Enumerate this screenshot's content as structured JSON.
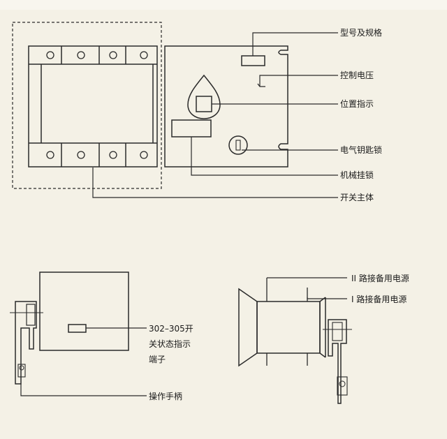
{
  "labels": {
    "model_spec": "型号及规格",
    "control_voltage": "控制电压",
    "position_indicator": "位置指示",
    "electric_key_lock": "电气钥匙锁",
    "mechanical_padlock": "机械挂锁",
    "switch_body": "开关主体",
    "terminal_line1": "302–305开",
    "terminal_line2": "关状态指示",
    "terminal_line3": "端子",
    "operating_handle": "操作手柄",
    "source_ii": "II 路接备用电源",
    "source_i": "I 路接备用电源"
  },
  "colors": {
    "line": "#2a2a2a",
    "background": "#f4f1e6"
  }
}
